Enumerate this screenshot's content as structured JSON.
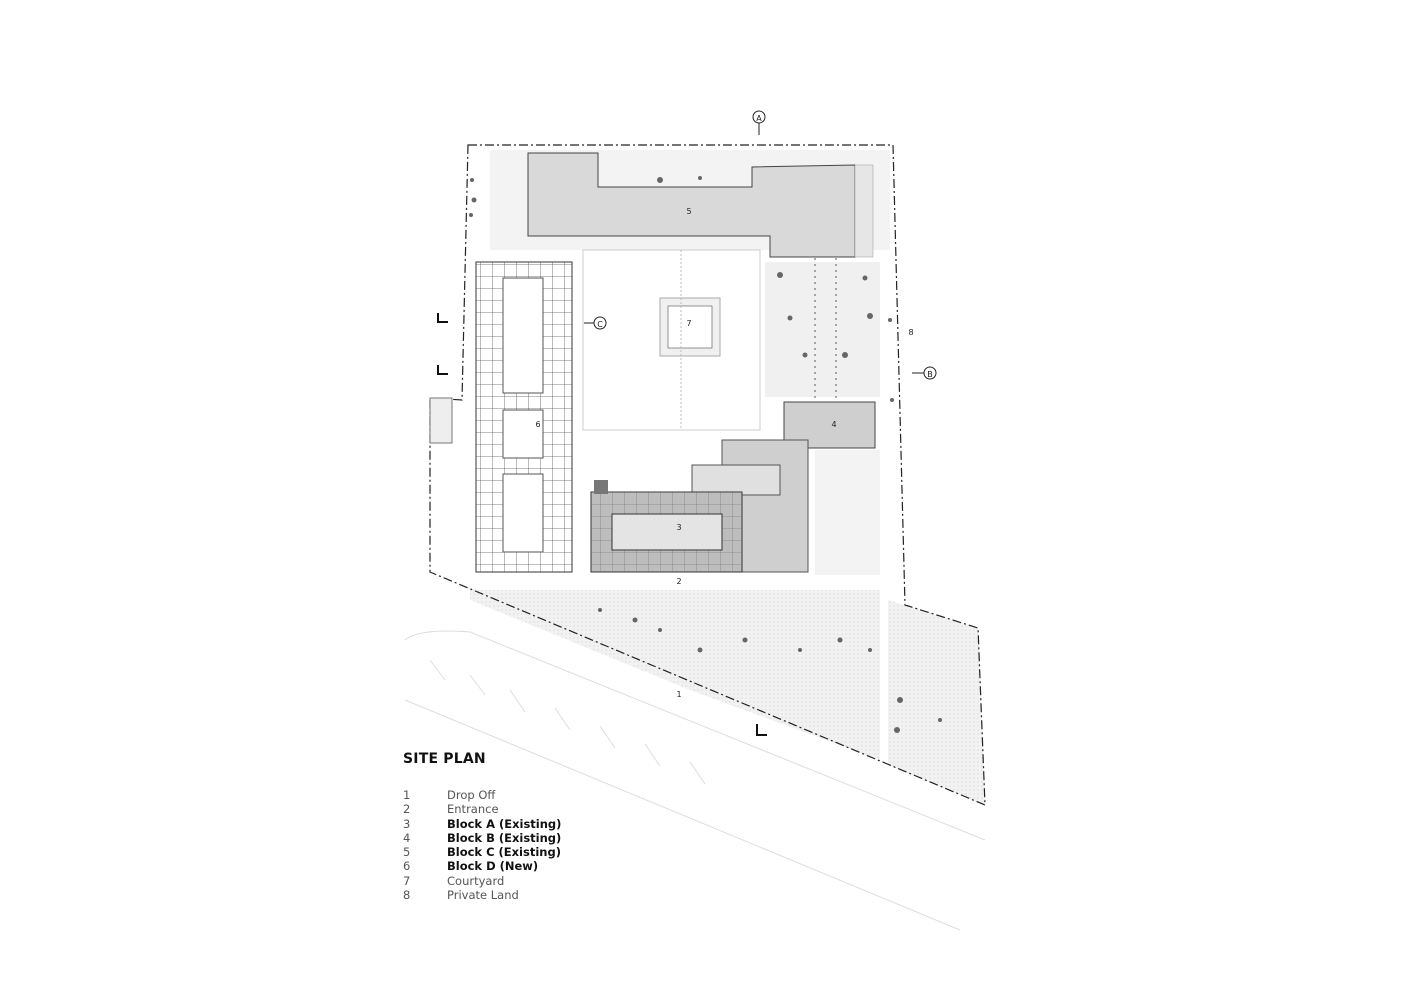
{
  "title": "SITE PLAN",
  "plan_labels": {
    "drop_off": "1",
    "entrance": "2",
    "block_a": "3",
    "block_b": "4",
    "block_c": "5",
    "block_d": "6",
    "courtyard": "7",
    "private_land": "8"
  },
  "section_markers": {
    "a": "A",
    "b": "B",
    "c": "C"
  },
  "legend": [
    {
      "num": "1",
      "label": "Drop Off",
      "bold": false
    },
    {
      "num": "2",
      "label": "Entrance",
      "bold": false
    },
    {
      "num": "3",
      "label": "Block A (Existing)",
      "bold": true
    },
    {
      "num": "4",
      "label": "Block B (Existing)",
      "bold": true
    },
    {
      "num": "5",
      "label": "Block C (Existing)",
      "bold": true
    },
    {
      "num": "6",
      "label": "Block D (New)",
      "bold": true
    },
    {
      "num": "7",
      "label": "Courtyard",
      "bold": false
    },
    {
      "num": "8",
      "label": "Private Land",
      "bold": false
    }
  ]
}
